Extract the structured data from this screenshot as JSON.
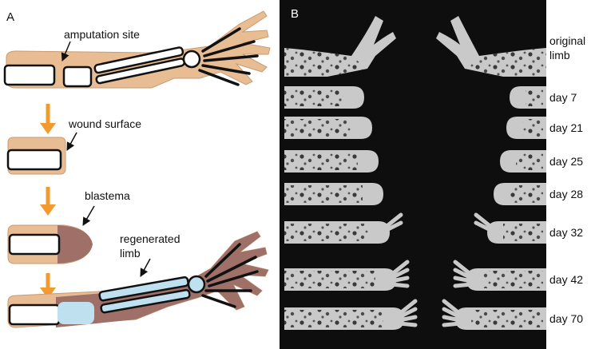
{
  "panel_a": {
    "label": "A",
    "annotations": {
      "amputation_site": "amputation site",
      "wound_surface": "wound surface",
      "blastema": "blastema",
      "regenerated_line1": "regenerated",
      "regenerated_line2": "limb"
    }
  },
  "panel_b": {
    "label": "B",
    "original_line1": "original",
    "original_line2": "limb",
    "days": [
      "day 7",
      "day 21",
      "day 25",
      "day 28",
      "day 32",
      "day 42",
      "day 70"
    ]
  },
  "colors": {
    "skin": "#E8BD94",
    "blastema": "#9E7068",
    "bone": "#FFFFFF",
    "new_cartilage": "#BFE0EE",
    "arrow": "#F29A2E",
    "photo_bg": "#0E0E0E",
    "limb_tissue": "#C9C9C9"
  },
  "icons": {
    "stage_arrow": "down-arrow-icon",
    "pointer": "pointer-arrow-icon"
  }
}
